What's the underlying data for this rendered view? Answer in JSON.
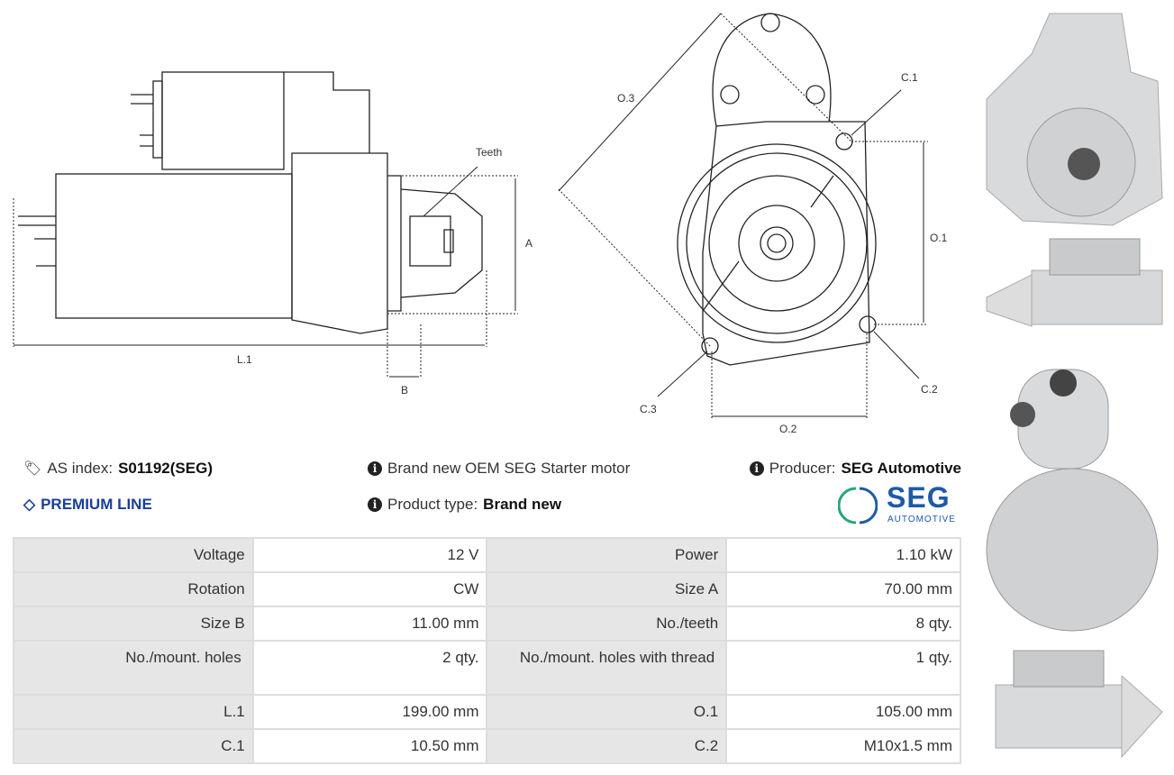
{
  "drawing_labels": {
    "teeth": "Teeth",
    "a": "A",
    "l1": "L.1",
    "b": "B",
    "o3": "O.3",
    "c1": "C.1",
    "o1": "O.1",
    "c2": "C.2",
    "o2": "O.2",
    "c3": "C.3"
  },
  "info": {
    "as_index_label": "AS index:",
    "as_index_value": "S01192(SEG)",
    "premium": "PREMIUM LINE",
    "description": "Brand new OEM SEG Starter motor",
    "product_type_label": "Product type:",
    "product_type_value": "Brand new",
    "producer_label": "Producer:",
    "producer_value": "SEG Automotive",
    "logo_text": "SEG",
    "logo_sub": "AUTOMOTIVE"
  },
  "colors": {
    "premium": "#1a3e9a",
    "logo_blue": "#1e5aa8",
    "logo_green": "#2aa57a"
  },
  "specs": [
    [
      {
        "k": "Voltage",
        "v": "12 V"
      },
      {
        "k": "Power",
        "v": "1.10 kW"
      }
    ],
    [
      {
        "k": "Rotation",
        "v": "CW"
      },
      {
        "k": "Size A",
        "v": "70.00 mm"
      }
    ],
    [
      {
        "k": "Size B",
        "v": "11.00 mm"
      },
      {
        "k": "No./teeth",
        "v": "8 qty."
      }
    ],
    [
      {
        "k": "No./mount. holes",
        "v": "2 qty."
      },
      {
        "k": "No./mount. holes with thread",
        "v": "1 qty."
      }
    ],
    [
      {
        "k": "L.1",
        "v": "199.00 mm"
      },
      {
        "k": "O.1",
        "v": "105.00 mm"
      }
    ],
    [
      {
        "k": "C.1",
        "v": "10.50 mm"
      },
      {
        "k": "C.2",
        "v": "M10x1.5 mm"
      }
    ]
  ]
}
